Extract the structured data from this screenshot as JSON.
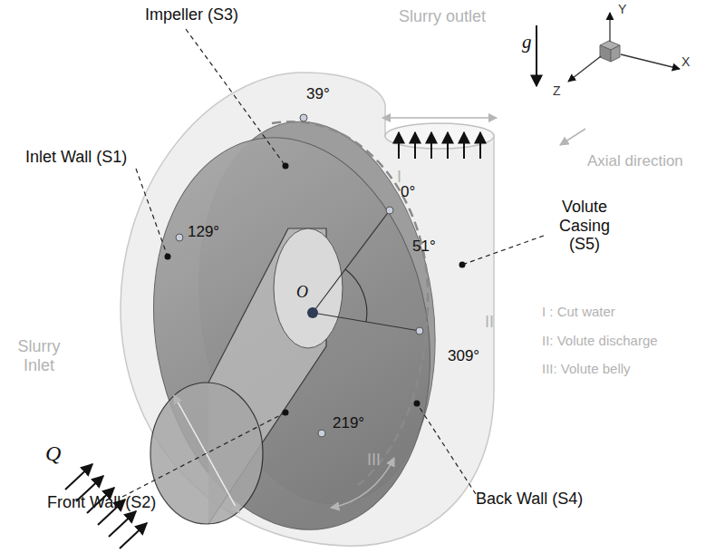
{
  "diagram": {
    "labels": [
      "Impeller (S3)",
      "Slurry outlet",
      "Y",
      "g",
      "X",
      "Z",
      "Axial direction",
      "39°",
      "Inlet Wall (S1)",
      "0°",
      "129°",
      "O",
      "51°",
      "Volute Casing (S5)",
      "Slurry Inlet",
      "I",
      "II",
      "III",
      "I : Cut water",
      "II: Volute discharge",
      "III: Volute belly",
      "Q",
      "309°",
      "219°",
      "Front Wall (S2)",
      "Back Wall (S4)"
    ]
  }
}
